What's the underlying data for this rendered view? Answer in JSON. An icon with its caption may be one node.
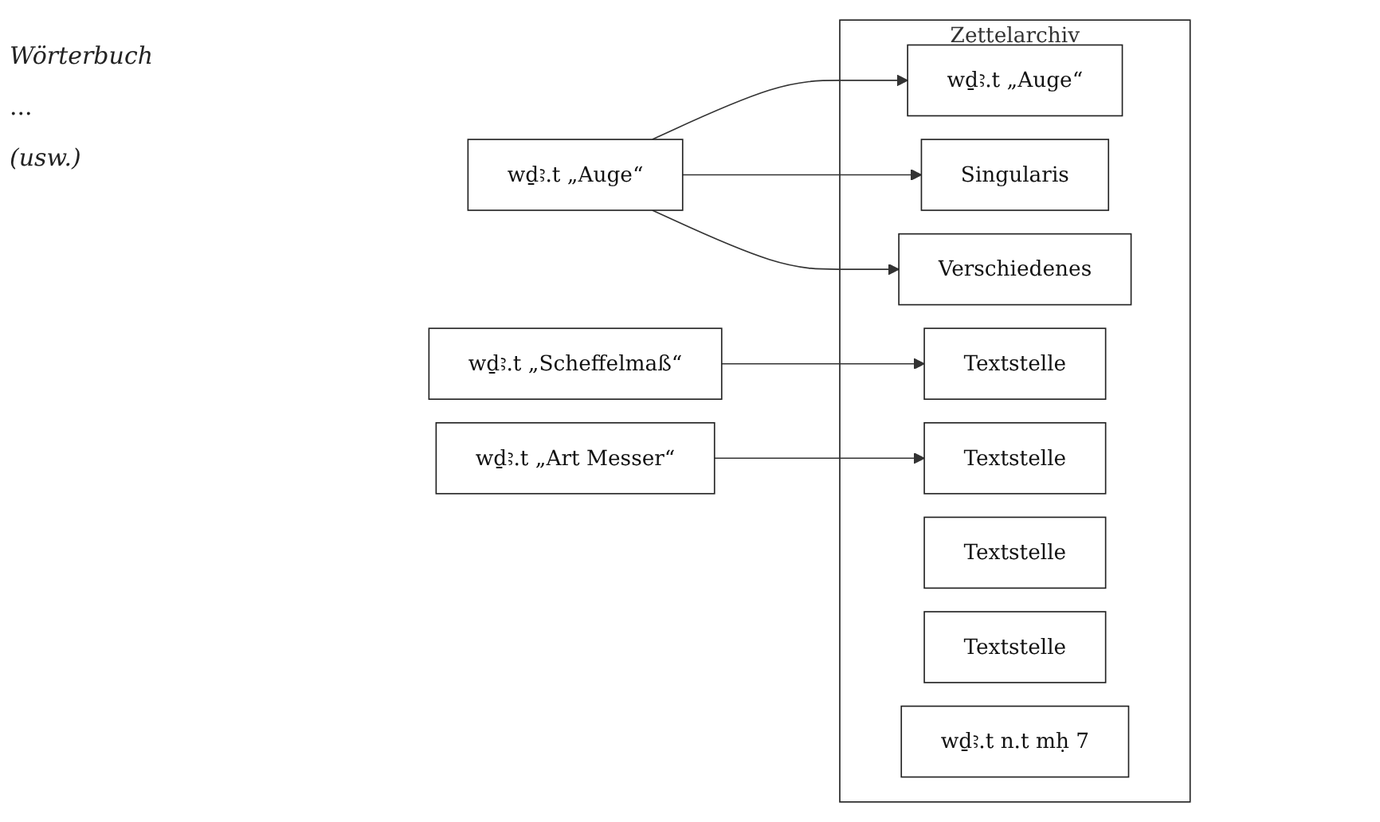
{
  "diagram": {
    "nodes": [
      {
        "text": [
          "wḏꜣ.t „Auge“"
        ]
      },
      {
        "text": [
          "wḏꜣ.t „Scheffelmaß“"
        ]
      },
      {
        "text": [
          "wḏꜣ.t „Art Messer“"
        ]
      },
      {
        "text": [
          "Zettelarchiv"
        ]
      },
      {
        "text": [
          "wḏꜣ.t „Auge“"
        ],
        "in": 3
      },
      {
        "text": [
          "Singularis"
        ],
        "in": 3
      },
      {
        "text": [
          "Verschiedenes"
        ],
        "in": 3
      },
      {
        "text": [
          "Textstelle"
        ],
        "in": 3
      },
      {
        "text": [
          "Textstelle"
        ],
        "in": 3
      },
      {
        "text": [
          "Textstelle"
        ],
        "in": 3
      },
      {
        "text": [
          "Textstelle"
        ],
        "in": 3
      },
      {
        "text": [
          "wḏꜣ.t n.t mḥ 7"
        ],
        "in": 3
      }
    ],
    "edges": [
      {
        "from": 0,
        "to": 4,
        "arrow": "to"
      },
      {
        "from": 0,
        "to": 5,
        "arrow": "to"
      },
      {
        "from": 0,
        "to": 6,
        "arrow": "to"
      },
      {
        "from": 1,
        "to": 7,
        "arrow": "to"
      },
      {
        "from": 2,
        "to": 8,
        "arrow": "to"
      }
    ],
    "labels": [
      "Wörterbuch",
      "...",
      "(usw.)"
    ]
  }
}
